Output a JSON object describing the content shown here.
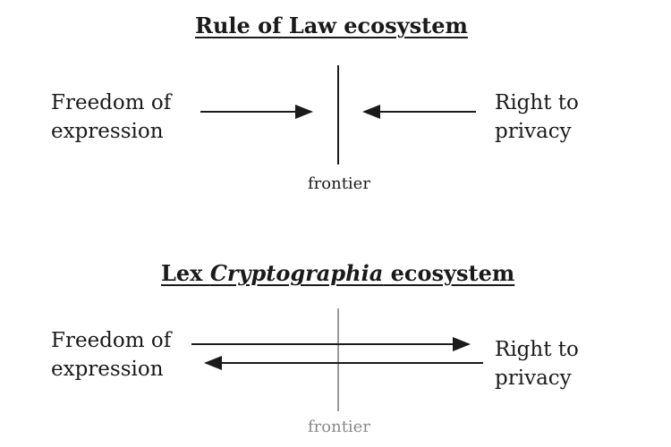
{
  "top": {
    "title": "Rule of Law ecosystem",
    "left_label": [
      "Freedom of",
      "expression"
    ],
    "right_label": [
      "Right to",
      "privacy"
    ],
    "frontier": "frontier"
  },
  "bottom": {
    "title_prefix": "Lex ",
    "title_italic": "Cryptographia",
    "title_suffix": " ecosystem",
    "left_label": [
      "Freedom of",
      "expression"
    ],
    "right_label": [
      "Right to",
      "privacy"
    ],
    "frontier": "frontier"
  }
}
